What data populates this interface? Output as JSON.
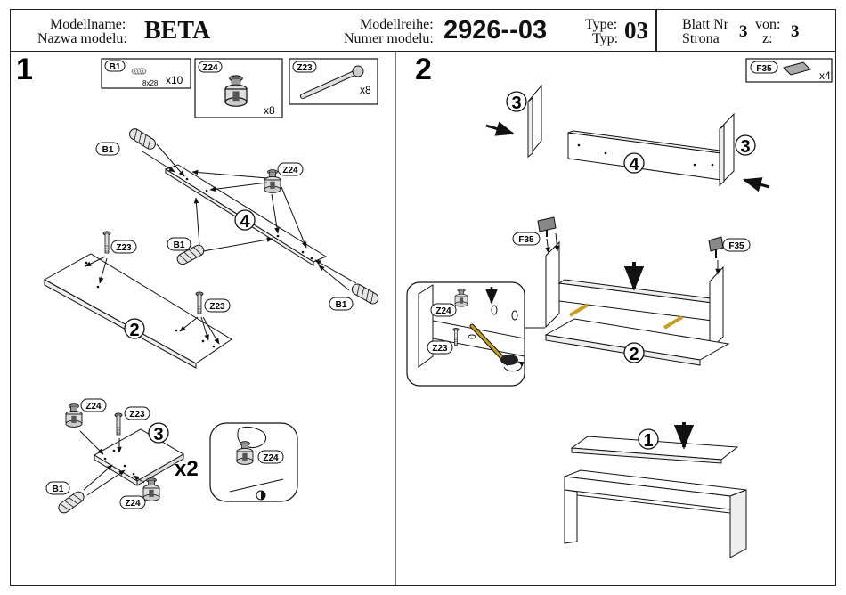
{
  "header": {
    "model_name_label_de": "Modellname:",
    "model_name_label_pl": "Nazwa modelu:",
    "model_name": "BETA",
    "model_series_label_de": "Modellreihe:",
    "model_series_label_pl": "Numer modelu:",
    "model_number": "2926--03",
    "type_label_de": "Type:",
    "type_label_pl": "Typ:",
    "type_value": "03",
    "sheet_label_de": "Blatt Nr",
    "sheet_label_pl": "Strona",
    "sheet_value": "3",
    "of_label_de": "von:",
    "of_label_pl": "z:",
    "of_value": "3"
  },
  "step1": {
    "number": "1",
    "parts": [
      {
        "code": "B1",
        "size": "8x28",
        "qty": "x10"
      },
      {
        "code": "Z24",
        "qty": "x8"
      },
      {
        "code": "Z23",
        "qty": "x8"
      }
    ],
    "callouts": {
      "b1": "B1",
      "z24": "Z24",
      "z23": "Z23"
    },
    "panels": {
      "p4": "4",
      "p2": "2",
      "p3": "3"
    },
    "multiplier": "x2"
  },
  "step2": {
    "number": "2",
    "parts": [
      {
        "code": "F35",
        "qty": "x4"
      }
    ],
    "callouts": {
      "f35": "F35",
      "z24": "Z24",
      "z23": "Z23"
    },
    "panels": {
      "p3": "3",
      "p4": "4",
      "p2": "2",
      "p1": "1"
    }
  }
}
